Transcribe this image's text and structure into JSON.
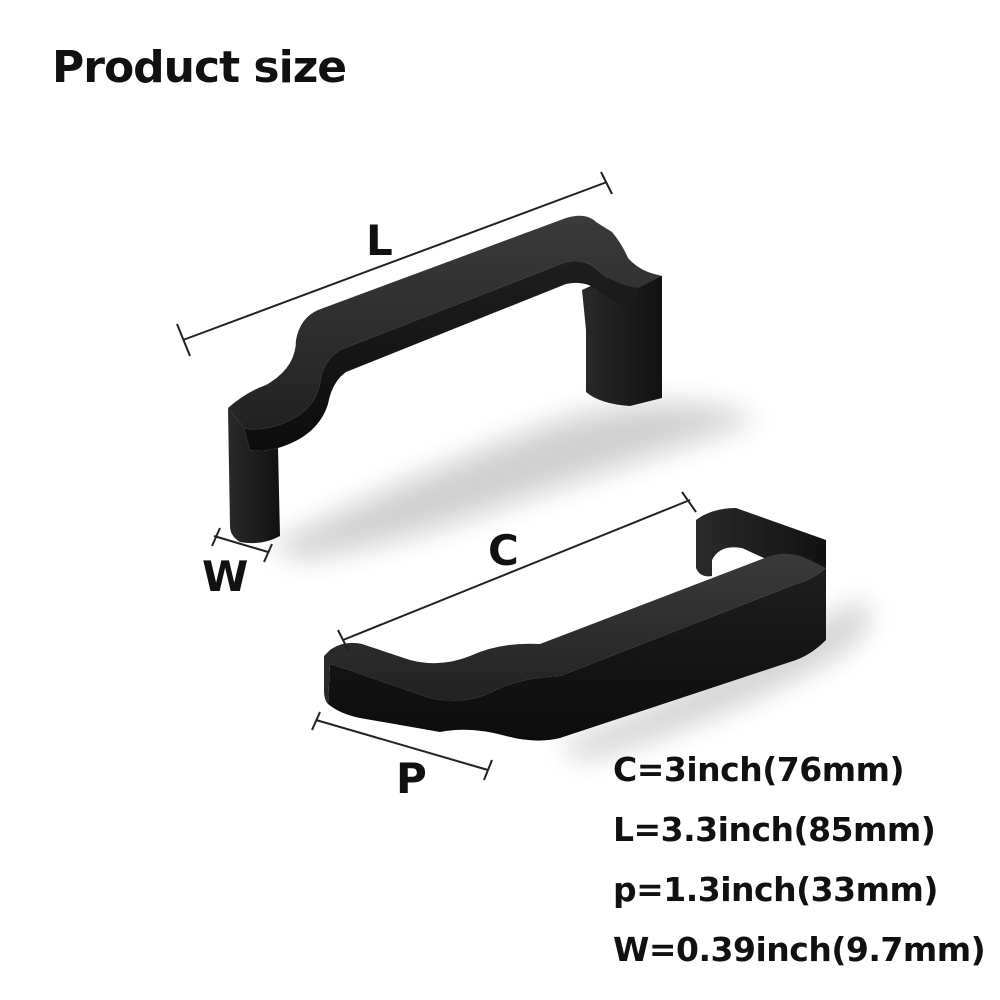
{
  "title": "Product size",
  "labels": {
    "length": "L",
    "width": "W",
    "center": "C",
    "projection": "P"
  },
  "specs": [
    "C=3inch(76mm)",
    "L=3.3inch(85mm)",
    "p=1.3inch(33mm)",
    "W=0.39inch(9.7mm)"
  ],
  "colors": {
    "background": "#ffffff",
    "handle": "#141414",
    "text": "#111111"
  }
}
